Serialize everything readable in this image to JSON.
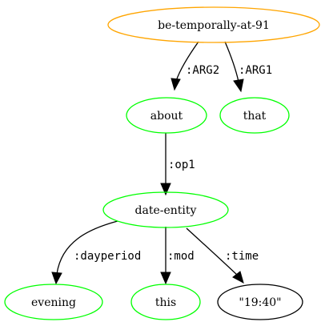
{
  "colors": {
    "root": "#ffa500",
    "concept": "#00ff00",
    "constant": "#000000",
    "edge": "#000000"
  },
  "nodes": {
    "root": "be-temporally-at-91",
    "about": "about",
    "that": "that",
    "date_entity": "date-entity",
    "evening": "evening",
    "this": "this",
    "time_value": "\"19:40\""
  },
  "edges": {
    "arg2": ":ARG2",
    "arg1": ":ARG1",
    "op1": ":op1",
    "dayperiod": ":dayperiod",
    "mod": ":mod",
    "time": ":time"
  }
}
